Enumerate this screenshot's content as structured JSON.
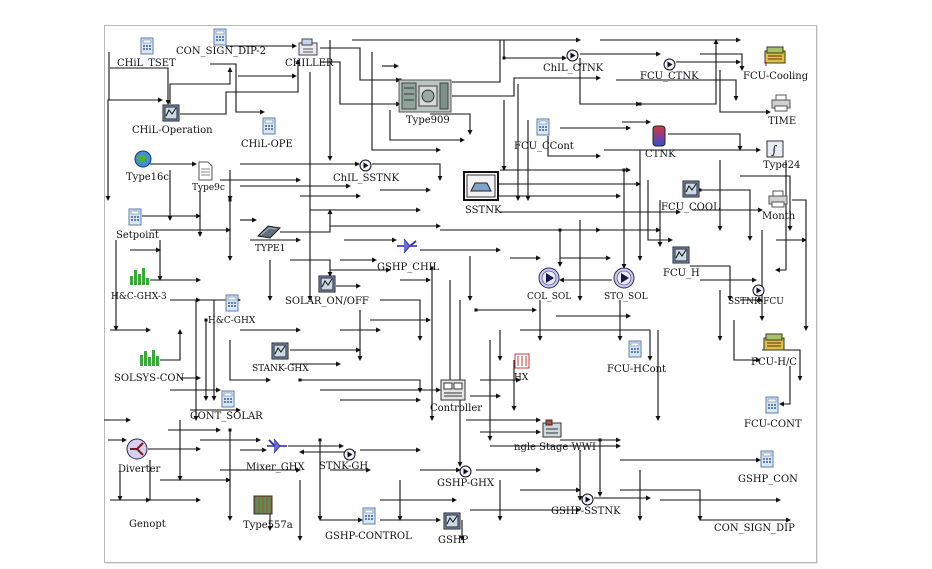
{
  "components": [
    {
      "id": "chil-tset",
      "label": "CHiL_TSET",
      "icon": "calculator-icon"
    },
    {
      "id": "con-sign-dip-2",
      "label": "CON_SIGN_DIP-2",
      "icon": "calculator-icon"
    },
    {
      "id": "chiller",
      "label": "CHILLER",
      "icon": "chiller-icon"
    },
    {
      "id": "chil-ctnk",
      "label": "ChIL_CTNK",
      "icon": "pump-icon"
    },
    {
      "id": "fcu-ctnk",
      "label": "FCU_CTNK",
      "icon": "pump-icon"
    },
    {
      "id": "fcu-cooling",
      "label": "FCU-Cooling",
      "icon": "fan-coil-icon"
    },
    {
      "id": "type909",
      "label": "Type909",
      "icon": "heat-pump-unit-icon"
    },
    {
      "id": "time",
      "label": "TIME",
      "icon": "printer-icon"
    },
    {
      "id": "chil-operation",
      "label": "CHiL-Operation",
      "icon": "controller-icon"
    },
    {
      "id": "chil-ope",
      "label": "CHiL-OPE",
      "icon": "calculator-icon"
    },
    {
      "id": "fcu-ccont",
      "label": "FCU_CCont",
      "icon": "calculator-icon"
    },
    {
      "id": "ctnk",
      "label": "CTNK",
      "icon": "tank-icon"
    },
    {
      "id": "type24",
      "label": "Type24",
      "icon": "integrator-icon"
    },
    {
      "id": "type16c",
      "label": "Type16c",
      "icon": "globe-icon"
    },
    {
      "id": "type9c",
      "label": "Type9c",
      "icon": "data-reader-icon"
    },
    {
      "id": "chil-sstnk",
      "label": "ChIL_SSTNK",
      "icon": "pump-icon"
    },
    {
      "id": "sstnk",
      "label": "SSTNK",
      "icon": "storage-tank-icon"
    },
    {
      "id": "fcu-cool",
      "label": "FCU_COOL",
      "icon": "controller-icon"
    },
    {
      "id": "month",
      "label": "Month",
      "icon": "printer-icon"
    },
    {
      "id": "setpoint",
      "label": "Setpoint",
      "icon": "calculator-icon"
    },
    {
      "id": "type1",
      "label": "TYPE1",
      "icon": "solar-collector-icon"
    },
    {
      "id": "gshp-chil",
      "label": "GSHP_CHIL",
      "icon": "diverter-icon"
    },
    {
      "id": "col-sol",
      "label": "COL_SOL",
      "icon": "pump-large-icon"
    },
    {
      "id": "sto-sol",
      "label": "STO_SOL",
      "icon": "pump-large-icon"
    },
    {
      "id": "fcu-h",
      "label": "FCU_H",
      "icon": "controller-icon"
    },
    {
      "id": "hc-ghx-3",
      "label": "H&C-GHX-3",
      "icon": "plotter-icon"
    },
    {
      "id": "solar-on-off",
      "label": "SOLAR_ON/OFF",
      "icon": "controller-icon"
    },
    {
      "id": "sstnk-fcu",
      "label": "SSTNK-FCU",
      "icon": "pump-icon"
    },
    {
      "id": "hc-ghx",
      "label": "H&C-GHX",
      "icon": "calculator-icon"
    },
    {
      "id": "fcu-hc",
      "label": "FCU-H/C",
      "icon": "fan-coil-icon"
    },
    {
      "id": "stank-ghx",
      "label": "STANK-GHX",
      "icon": "controller-icon"
    },
    {
      "id": "hx",
      "label": "HX",
      "icon": "heat-exchanger-icon"
    },
    {
      "id": "fcu-hcont",
      "label": "FCU-HCont",
      "icon": "calculator-icon"
    },
    {
      "id": "solsys-con",
      "label": "SOLSYS-CON",
      "icon": "plotter-icon"
    },
    {
      "id": "cont-solar",
      "label": "CONT_SOLAR",
      "icon": "calculator-icon"
    },
    {
      "id": "controller",
      "label": "Controller",
      "icon": "controller-box-icon"
    },
    {
      "id": "fcu-cont",
      "label": "FCU-CONT",
      "icon": "calculator-icon"
    },
    {
      "id": "single-stage-wwhp",
      "label": "ngle Stage WWI",
      "icon": "water-heat-pump-icon"
    },
    {
      "id": "diverter",
      "label": "Diverter",
      "icon": "diverter-valve-icon"
    },
    {
      "id": "mixer-ghx",
      "label": "Mixer_GHX",
      "icon": "mixer-icon"
    },
    {
      "id": "stnk-ghx",
      "label": "STNK-GH",
      "icon": "pump-icon"
    },
    {
      "id": "gshp-con",
      "label": "GSHP_CON",
      "icon": "calculator-icon"
    },
    {
      "id": "gshp-ghx",
      "label": "GSHP-GHX",
      "icon": "pump-icon"
    },
    {
      "id": "gshp-sstnk",
      "label": "GSHP-SSTNK",
      "icon": "pump-icon"
    },
    {
      "id": "genopt",
      "label": "Genopt",
      "icon": "none"
    },
    {
      "id": "type557a",
      "label": "Type557a",
      "icon": "ground-heat-exchanger-icon"
    },
    {
      "id": "gshp-control",
      "label": "GSHP-CONTROL",
      "icon": "calculator-icon"
    },
    {
      "id": "gshp",
      "label": "GSHP",
      "icon": "controller-icon"
    },
    {
      "id": "con-sign-dip",
      "label": "CON_SIGN_DIP",
      "icon": "none"
    }
  ]
}
